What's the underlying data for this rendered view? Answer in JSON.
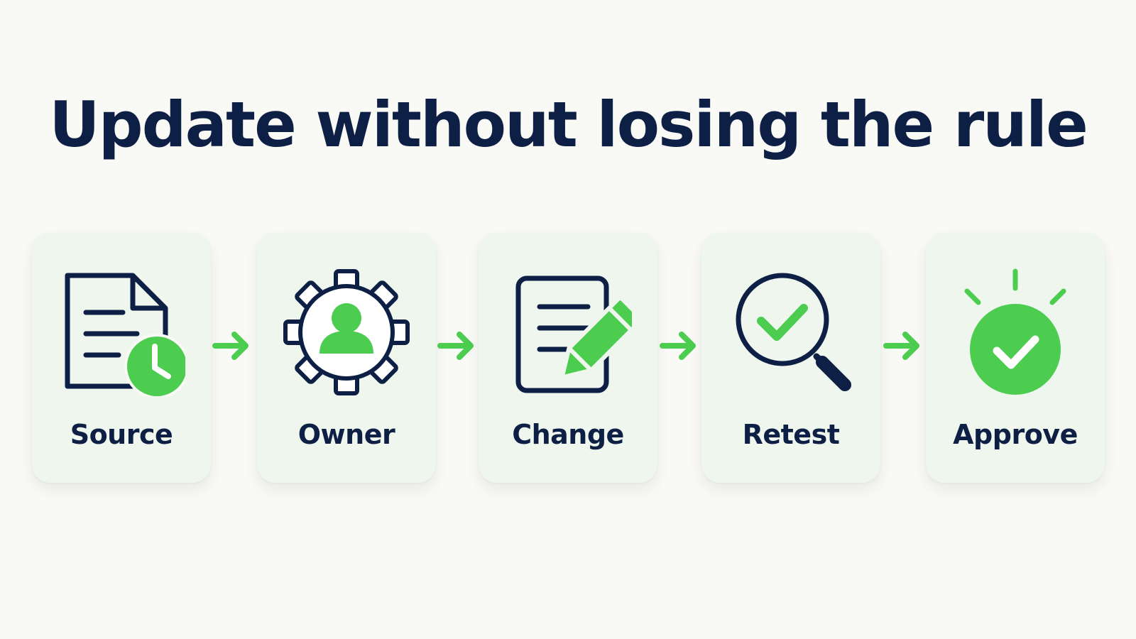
{
  "title": "Update without losing the rule",
  "colors": {
    "navy": "#0e1f45",
    "green": "#4ccd4f",
    "card": "#eef6ee",
    "background": "#f9f9f5"
  },
  "steps": [
    {
      "label": "Source",
      "icon": "document-clock-icon"
    },
    {
      "label": "Owner",
      "icon": "gear-person-icon"
    },
    {
      "label": "Change",
      "icon": "document-pencil-icon"
    },
    {
      "label": "Retest",
      "icon": "magnifier-check-icon"
    },
    {
      "label": "Approve",
      "icon": "check-badge-icon"
    }
  ],
  "connectors": [
    {
      "icon": "arrow-right-icon"
    },
    {
      "icon": "arrow-right-icon"
    },
    {
      "icon": "arrow-right-icon"
    },
    {
      "icon": "arrow-right-icon"
    }
  ]
}
